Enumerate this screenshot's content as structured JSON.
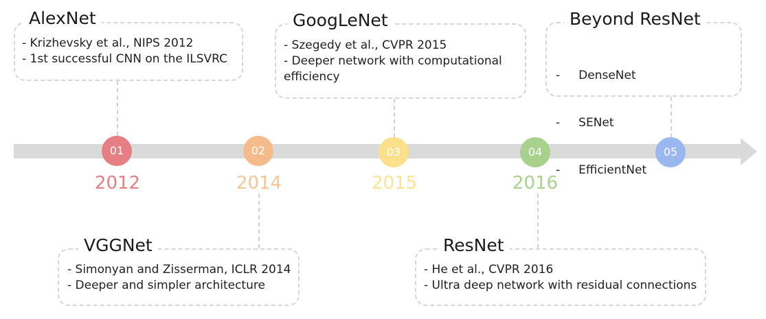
{
  "colors": {
    "axis": "#dadada",
    "box_border": "#d6d6d6",
    "node_1": "#e57f84",
    "node_2": "#f6bb8a",
    "node_3": "#fbe08c",
    "node_4": "#a9d18e",
    "node_5": "#9ab8ef",
    "year_1": "#e57f84",
    "year_2": "#f6c595",
    "year_3": "#fbe38f",
    "year_4": "#a9d18e"
  },
  "milestones": [
    {
      "node": "01",
      "year": "2012",
      "title": "AlexNet",
      "lines": [
        "- Krizhevsky et al., NIPS 2012",
        "- 1st successful CNN on the ILSVRC"
      ]
    },
    {
      "node": "02",
      "year": "2014",
      "title": "VGGNet",
      "lines": [
        "- Simonyan and Zisserman, ICLR 2014",
        "- Deeper and simpler architecture"
      ]
    },
    {
      "node": "03",
      "year": "2015",
      "title": "GoogLeNet",
      "lines": [
        "- Szegedy et al., CVPR 2015",
        "- Deeper network with computational",
        "efficiency"
      ]
    },
    {
      "node": "04",
      "year": "2016",
      "title": "ResNet",
      "lines": [
        "- He et al., CVPR 2016",
        "- Ultra deep network with residual connections"
      ]
    },
    {
      "node": "05",
      "year": "",
      "title": "Beyond ResNet",
      "lines": [
        "-     DenseNet",
        "-     SENet",
        "-     EfficientNet"
      ]
    }
  ]
}
